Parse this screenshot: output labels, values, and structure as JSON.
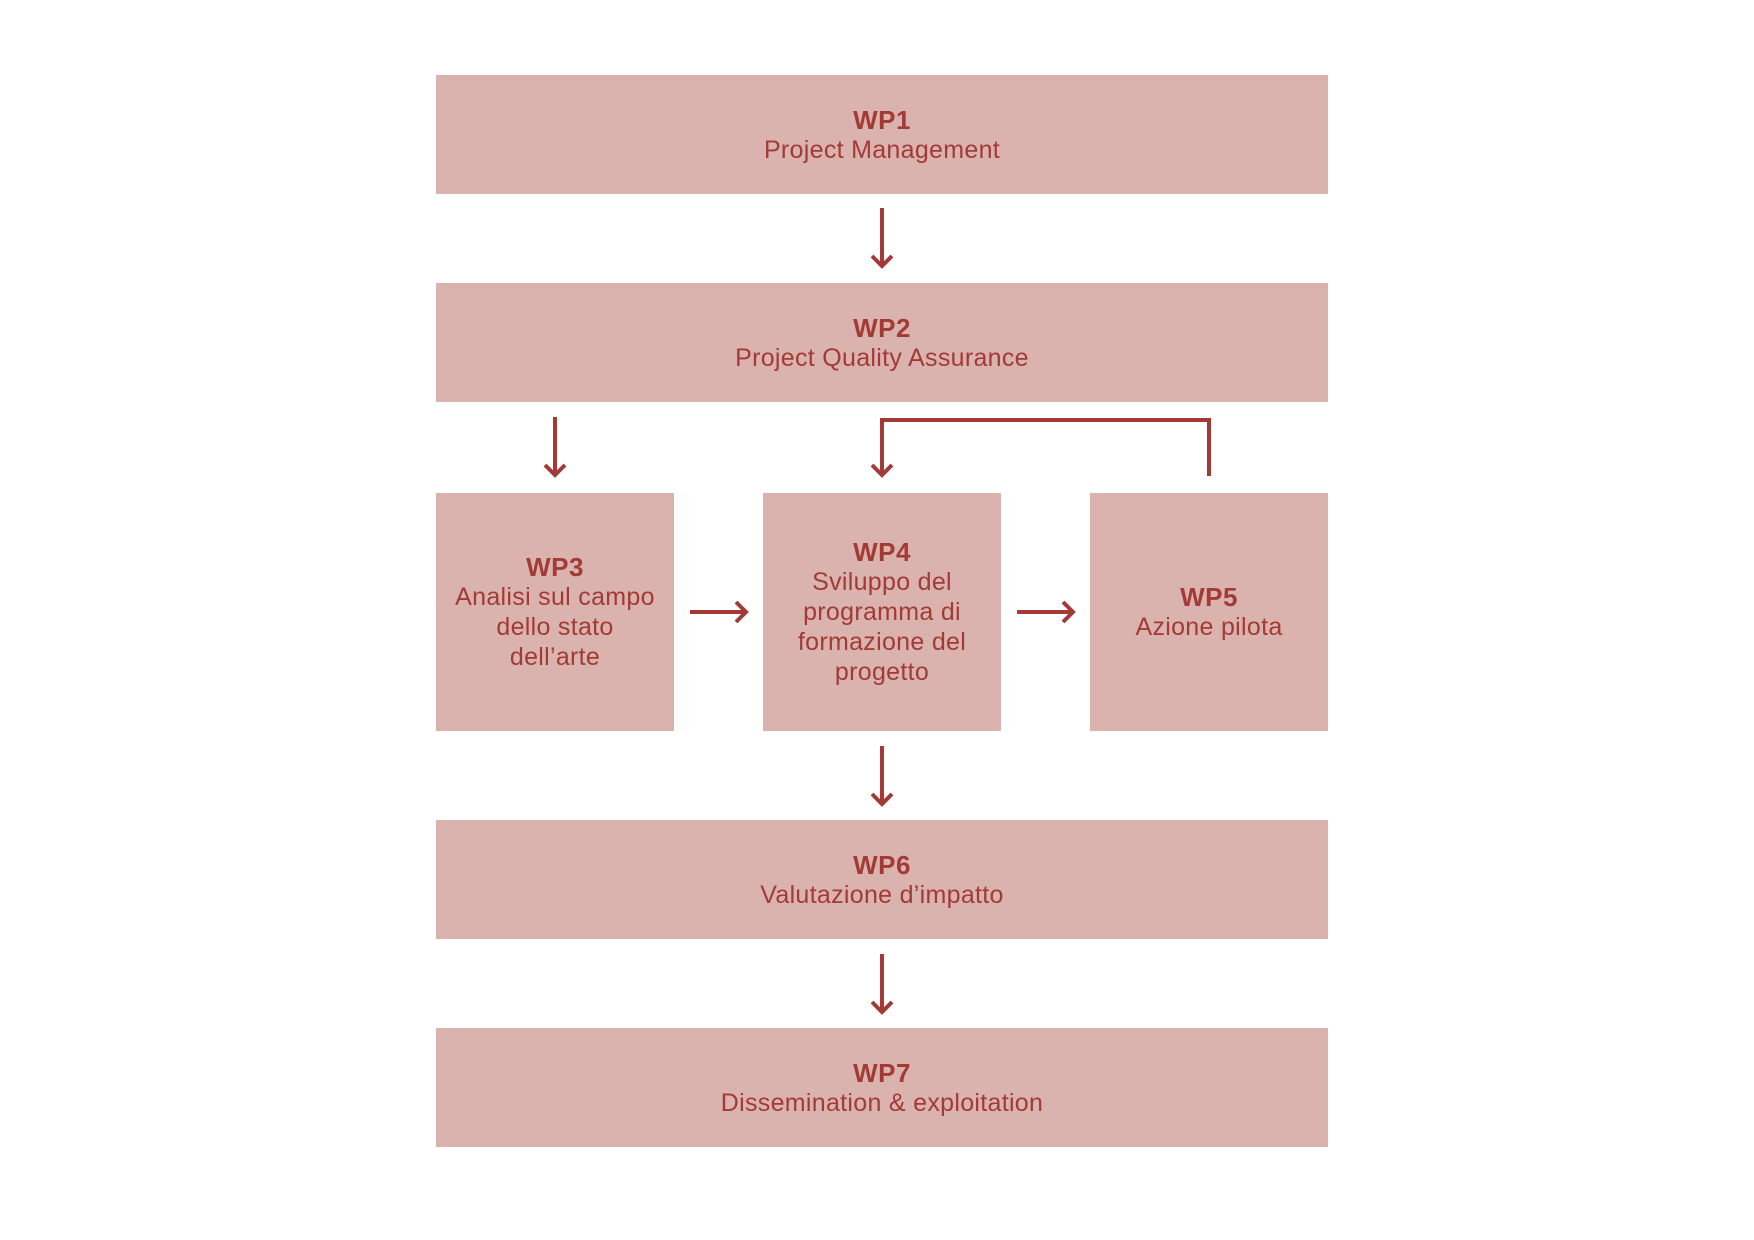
{
  "colors": {
    "box_fill": "#dab2ae",
    "text": "#a33a35",
    "arrow": "#a33a35",
    "background": "#ffffff"
  },
  "nodes": {
    "wp1": {
      "code": "WP1",
      "label": "Project Management"
    },
    "wp2": {
      "code": "WP2",
      "label": "Project Quality Assurance"
    },
    "wp3": {
      "code": "WP3",
      "label": "Analisi sul campo dello stato dell’arte"
    },
    "wp4": {
      "code": "WP4",
      "label": "Sviluppo del programma di formazione del progetto"
    },
    "wp5": {
      "code": "WP5",
      "label": "Azione pilota"
    },
    "wp6": {
      "code": "WP6",
      "label": "Valutazione d’impatto"
    },
    "wp7": {
      "code": "WP7",
      "label": "Dissemination & exploitation"
    }
  },
  "edges": [
    {
      "from": "WP1",
      "to": "WP2"
    },
    {
      "from": "WP2",
      "to": "WP3"
    },
    {
      "from": "WP2",
      "to": "WP4"
    },
    {
      "from": "WP3",
      "to": "WP4"
    },
    {
      "from": "WP4",
      "to": "WP5"
    },
    {
      "from": "WP5",
      "to": "WP4"
    },
    {
      "from": "WP4",
      "to": "WP6"
    },
    {
      "from": "WP6",
      "to": "WP7"
    }
  ]
}
